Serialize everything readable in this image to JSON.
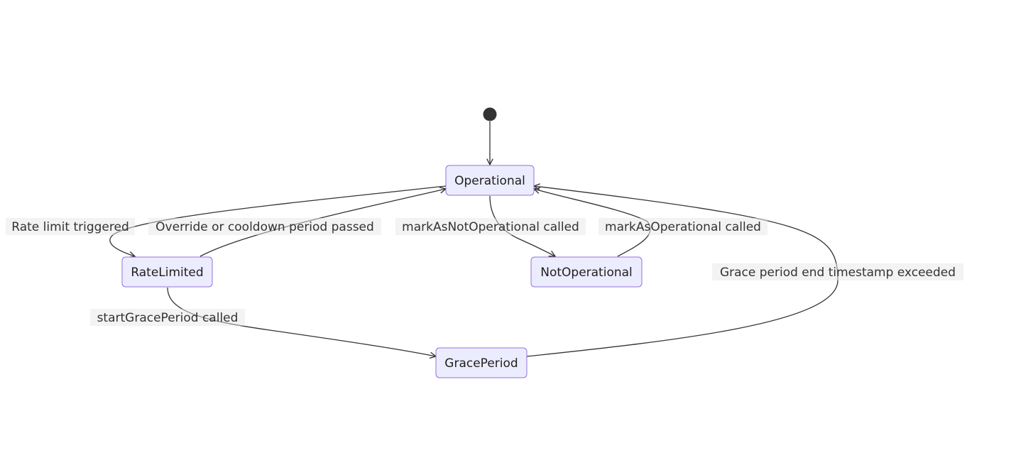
{
  "diagram": {
    "type": "state-diagram",
    "colors": {
      "node_fill": "#ECECFF",
      "node_stroke": "#9370DB",
      "edge": "#333333",
      "text": "#333333"
    },
    "start": "start",
    "states": [
      {
        "id": "operational",
        "label": "Operational"
      },
      {
        "id": "ratelimited",
        "label": "RateLimited"
      },
      {
        "id": "notoperational",
        "label": "NotOperational"
      },
      {
        "id": "graceperiod",
        "label": "GracePeriod"
      }
    ],
    "transitions": [
      {
        "id": "start-to-operational",
        "from": "start",
        "to": "operational",
        "label": ""
      },
      {
        "id": "operational-to-ratelimited",
        "from": "operational",
        "to": "ratelimited",
        "label": "Rate limit triggered"
      },
      {
        "id": "ratelimited-to-operational",
        "from": "ratelimited",
        "to": "operational",
        "label": "Override or cooldown period passed"
      },
      {
        "id": "operational-to-notoperational",
        "from": "operational",
        "to": "notoperational",
        "label": "markAsNotOperational called"
      },
      {
        "id": "notoperational-to-operational",
        "from": "notoperational",
        "to": "operational",
        "label": "markAsOperational called"
      },
      {
        "id": "ratelimited-to-graceperiod",
        "from": "ratelimited",
        "to": "graceperiod",
        "label": "startGracePeriod called"
      },
      {
        "id": "graceperiod-to-operational",
        "from": "graceperiod",
        "to": "operational",
        "label": "Grace period end timestamp exceeded"
      }
    ]
  }
}
